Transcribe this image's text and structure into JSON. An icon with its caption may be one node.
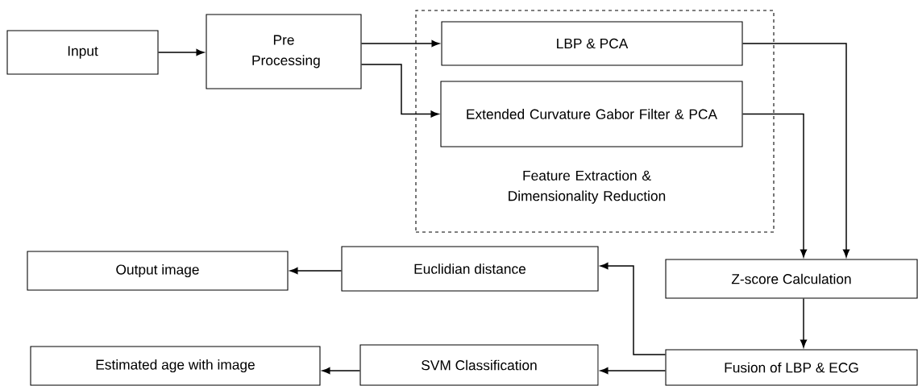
{
  "diagram": {
    "nodes": [
      {
        "text": [
          "Input"
        ]
      },
      {
        "text": [
          "Pre Processing"
        ]
      },
      {
        "text": [
          "Feature Extraction & Dimensionality Reduction"
        ]
      },
      {
        "text": [
          "LBP & PCA"
        ],
        "in": 2
      },
      {
        "text": [
          "Extended Curvature Gabor Filter & PCA"
        ],
        "in": 2
      },
      {
        "text": [
          "Output image"
        ]
      },
      {
        "text": [
          "Euclidian distance"
        ]
      },
      {
        "text": [
          "Z-score Calculation"
        ]
      },
      {
        "text": [
          "Estimated age with image"
        ]
      },
      {
        "text": [
          "SVM Classification"
        ]
      },
      {
        "text": [
          "Fusion of LBP & ECG"
        ]
      }
    ],
    "edges": [
      {
        "from": 0,
        "to": 1,
        "arrow": "to"
      },
      {
        "from": 1,
        "to": 3,
        "arrow": "to"
      },
      {
        "from": 1,
        "to": 4,
        "arrow": "to"
      },
      {
        "from": 3,
        "to": 7,
        "arrow": "to"
      },
      {
        "from": 4,
        "to": 7,
        "arrow": "to"
      },
      {
        "from": 7,
        "to": 10,
        "arrow": "to"
      },
      {
        "from": 10,
        "to": 6,
        "arrow": "to"
      },
      {
        "from": 10,
        "to": 9,
        "arrow": "to"
      },
      {
        "from": 9,
        "to": 8,
        "arrow": "to"
      },
      {
        "from": 6,
        "to": 5,
        "arrow": "to"
      }
    ]
  }
}
